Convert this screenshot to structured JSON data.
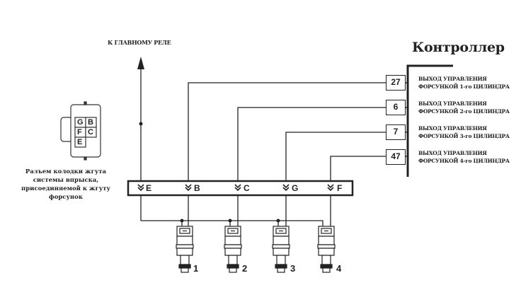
{
  "relay_label": "К ГЛАВНОМУ РЕЛЕ",
  "controller": {
    "title": "Контроллер",
    "outputs": [
      {
        "pin": "27",
        "line1": "ВЫХОД УПРАВЛЕНИЯ",
        "line2": "ФОРСУНКОЙ 1-го ЦИЛИНДРА"
      },
      {
        "pin": "6",
        "line1": "ВЫХОД УПРАВЛЕНИЯ",
        "line2": "ФОРСУНКОЙ 2-го ЦИЛИНДРА"
      },
      {
        "pin": "7",
        "line1": "ВЫХОД УПРАВЛЕНИЯ",
        "line2": "ФОРСУНКОЙ 3-го ЦИЛИНДРА"
      },
      {
        "pin": "47",
        "line1": "ВЫХОД УПРАВЛЕНИЯ",
        "line2": "ФОРСУНКОЙ 4-го ЦИЛИНДРА"
      }
    ]
  },
  "connector_icon": {
    "cells": [
      "G",
      "B",
      "F",
      "C",
      "E"
    ],
    "caption": "Разъем колодки жгута системы впрыска, присоединяемой к жгуту форсунок"
  },
  "connector_pins": [
    "E",
    "B",
    "C",
    "G",
    "F"
  ],
  "injectors": [
    "1",
    "2",
    "3",
    "4"
  ]
}
